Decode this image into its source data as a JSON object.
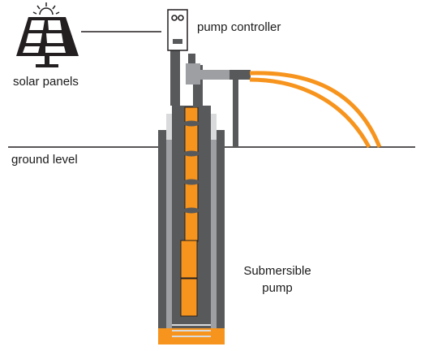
{
  "labels": {
    "solar_panels": "solar panels",
    "pump_controller": "pump controller",
    "ground_level": "ground level",
    "submersible_pump": "Submersible pump"
  },
  "colors": {
    "dark_gray": "#58595b",
    "mid_gray": "#9d9fa2",
    "light_gray": "#d9dadb",
    "orange": "#f7941d",
    "outline": "#231f20",
    "text": "#1a1a1a"
  },
  "icons": [
    "sun-icon",
    "solar-panel-icon",
    "controller-box-icon"
  ]
}
